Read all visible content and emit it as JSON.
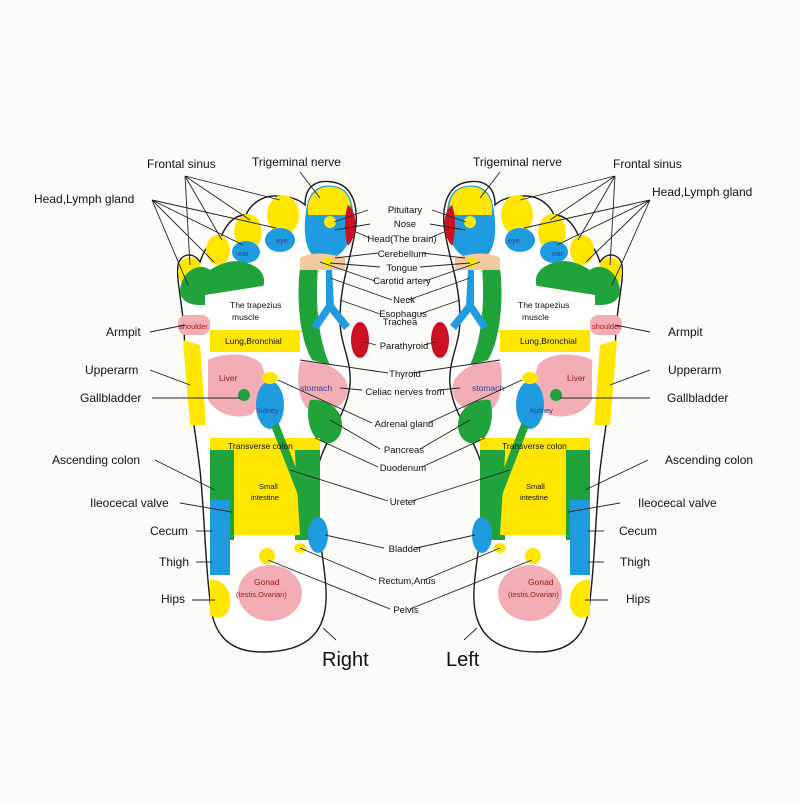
{
  "feet": {
    "right": "Right",
    "left": "Left"
  },
  "side_labels": {
    "frontal_sinus": "Frontal sinus",
    "trigeminal_nerve": "Trigeminal nerve",
    "head_lymph_gland": "Head,Lymph gland",
    "armpit": "Armpit",
    "upperarm": "Upperarm",
    "gallbladder": "Gallbladder",
    "ascending_colon": "Ascending colon",
    "ileocecal_valve": "Ileocecal valve",
    "cecum": "Cecum",
    "thigh": "Thigh",
    "hips": "Hips"
  },
  "center_labels": {
    "pituitary": "Pituitary",
    "nose": "Nose",
    "head_brain": "Head(The brain)",
    "cerebellum": "Cerebellum",
    "tongue": "Tongue",
    "carotid_artery": "Carotid artery",
    "neck": "Neck",
    "esophagus": "Esophagus",
    "trachea": "Trachea",
    "parathyroid": "Parathyroid",
    "thyroid": "Thyroid",
    "celiac": "Celiac nerves from",
    "adrenal": "Adrenal gland",
    "pancreas": "Pancreas",
    "duodenum": "Duodenum",
    "ureter": "Ureter",
    "bladder": "Bladder",
    "rectum": "Rectum,Anus",
    "pelvis": "Pelvis"
  },
  "zones": {
    "eye": "eye",
    "ear": "ear",
    "shoulder": "shoulder",
    "trapezius1": "The trapezius",
    "trapezius2": "muscle",
    "lung": "Lung,Bronchial",
    "liver": "Liver",
    "stomach": "stomach",
    "kidney": "Kidney",
    "transverse": "Transverse colon",
    "small1": "Small",
    "small2": "intestine",
    "gonad1": "Gonad",
    "gonad2": "(testis,Ovarian)"
  },
  "colors": {
    "yellow": "#ffe600",
    "blue": "#1f9be0",
    "green": "#1fa33a",
    "pink": "#f2aeb4",
    "red": "#cc1122",
    "peach": "#f5c9a0"
  }
}
